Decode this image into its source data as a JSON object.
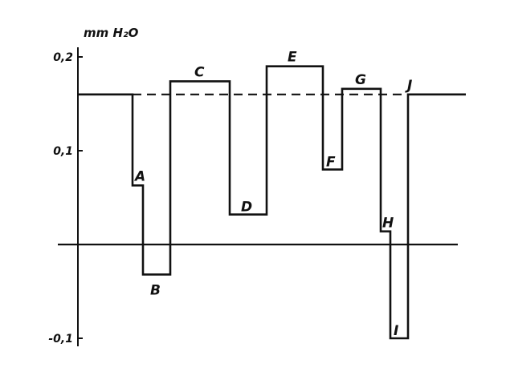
{
  "chart_data": {
    "type": "line",
    "ylabel": "mm H₂O",
    "ylim": [
      -0.1,
      0.2
    ],
    "yticks": [
      {
        "value": 0.2,
        "label": "0,2"
      },
      {
        "value": 0.1,
        "label": "0,1"
      },
      {
        "value": -0.1,
        "label": "-0,1"
      }
    ],
    "grid": false,
    "legend": "none",
    "reference_line": {
      "y": 0.16,
      "style": "dashed"
    },
    "zero_line": true,
    "baseline_level": 0.16,
    "segments": [
      {
        "label": "A",
        "y": 0.063
      },
      {
        "label": "B",
        "y": -0.032
      },
      {
        "label": "C",
        "y": 0.174
      },
      {
        "label": "D",
        "y": 0.032
      },
      {
        "label": "E",
        "y": 0.19
      },
      {
        "label": "F",
        "y": 0.08
      },
      {
        "label": "G",
        "y": 0.166
      },
      {
        "label": "H",
        "y": 0.014
      },
      {
        "label": "I",
        "y": -0.1
      },
      {
        "label": "J",
        "y": 0.16
      }
    ],
    "colors": {
      "ink": "#111111",
      "background": "#ffffff"
    }
  }
}
